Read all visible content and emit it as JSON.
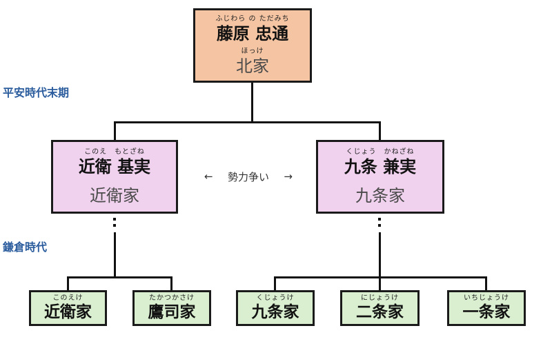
{
  "eras": [
    {
      "label": "平安時代末期"
    },
    {
      "label": "鎌倉時代"
    }
  ],
  "root": {
    "name_furigana": "ふじわら の ただみち",
    "name": "藤原 忠通",
    "house_furigana": "ほっけ",
    "house": "北家"
  },
  "gen2": [
    {
      "furigana": "このえ　もとざね",
      "name": "近衛 基実",
      "house": "近衛家"
    },
    {
      "furigana": "くじょう　かねざね",
      "name": "九条 兼実",
      "house": "九条家"
    }
  ],
  "rivalry": {
    "left_arrow": "←",
    "label": "勢力争い",
    "right_arrow": "→"
  },
  "gen3": [
    {
      "furigana": "このえけ",
      "name": "近衛家"
    },
    {
      "furigana": "たかつかさけ",
      "name": "鷹司家"
    },
    {
      "furigana": "くじょうけ",
      "name": "九条家"
    },
    {
      "furigana": "にじょうけ",
      "name": "二条家"
    },
    {
      "furigana": "いちじょうけ",
      "name": "一条家"
    }
  ],
  "colors": {
    "root_fill": "#f5c5a3",
    "gen2_fill": "#f0d2ee",
    "gen3_fill": "#d9efcf",
    "box_border": "#1a1a1a",
    "connector_line": "#111111",
    "era_label": "#2b5c9d"
  }
}
